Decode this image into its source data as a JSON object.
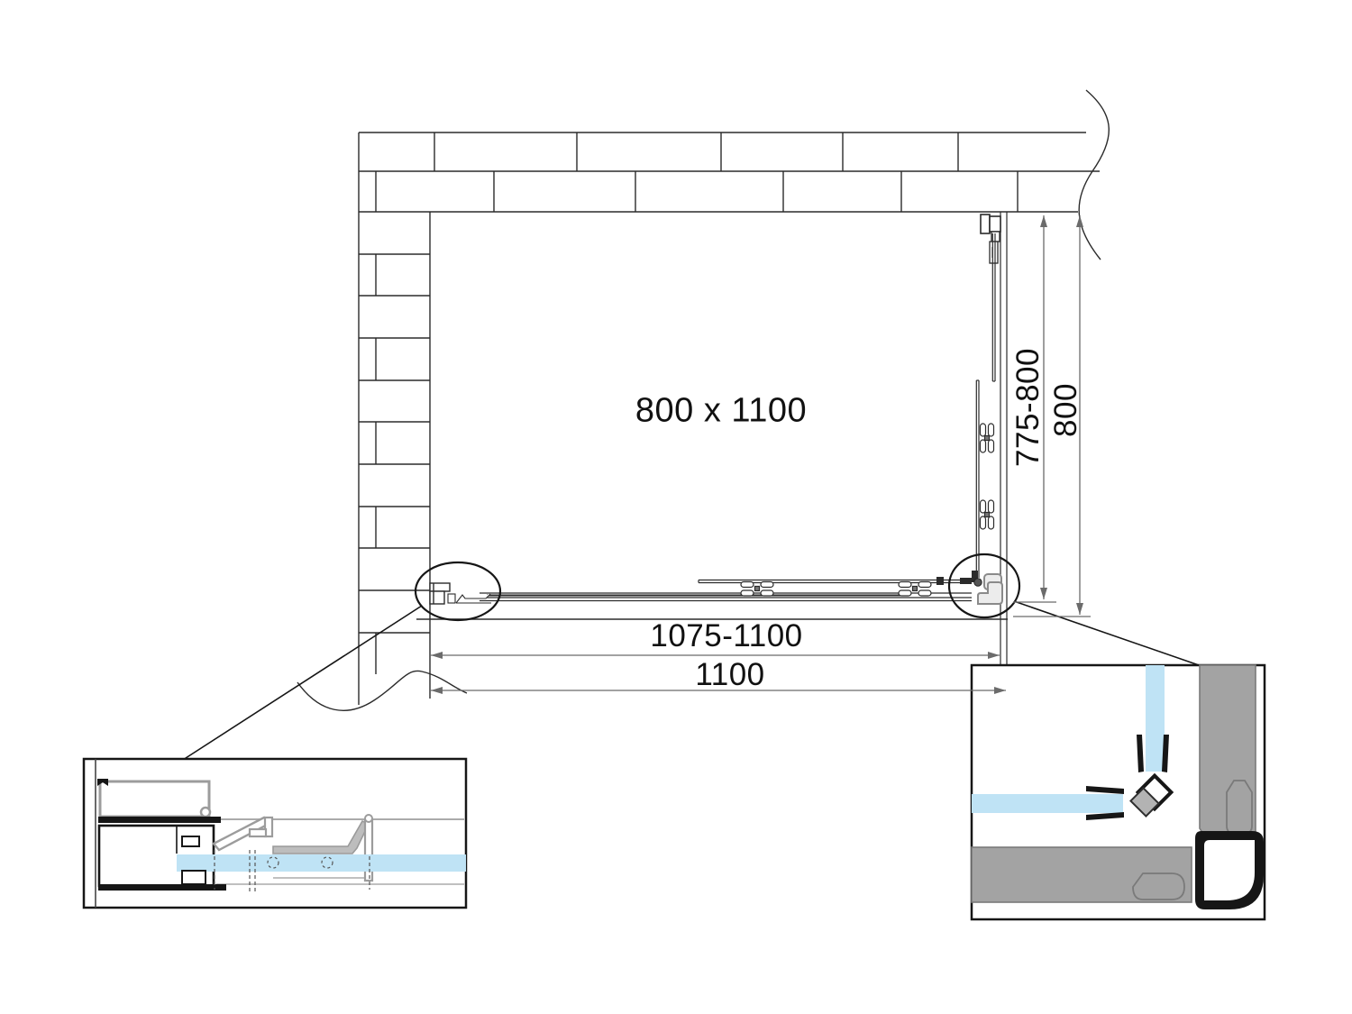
{
  "plan": {
    "size_label": "800 x 1100",
    "dimensions": {
      "width_range": "1075-1100",
      "width_total": "1100",
      "depth_range": "775-800",
      "depth_total": "800"
    }
  },
  "colors": {
    "glass": "#bfe3f5",
    "profile_gray": "#a3a3a3",
    "line": "#2b2b2b",
    "dimension": "#6b6b6b"
  }
}
